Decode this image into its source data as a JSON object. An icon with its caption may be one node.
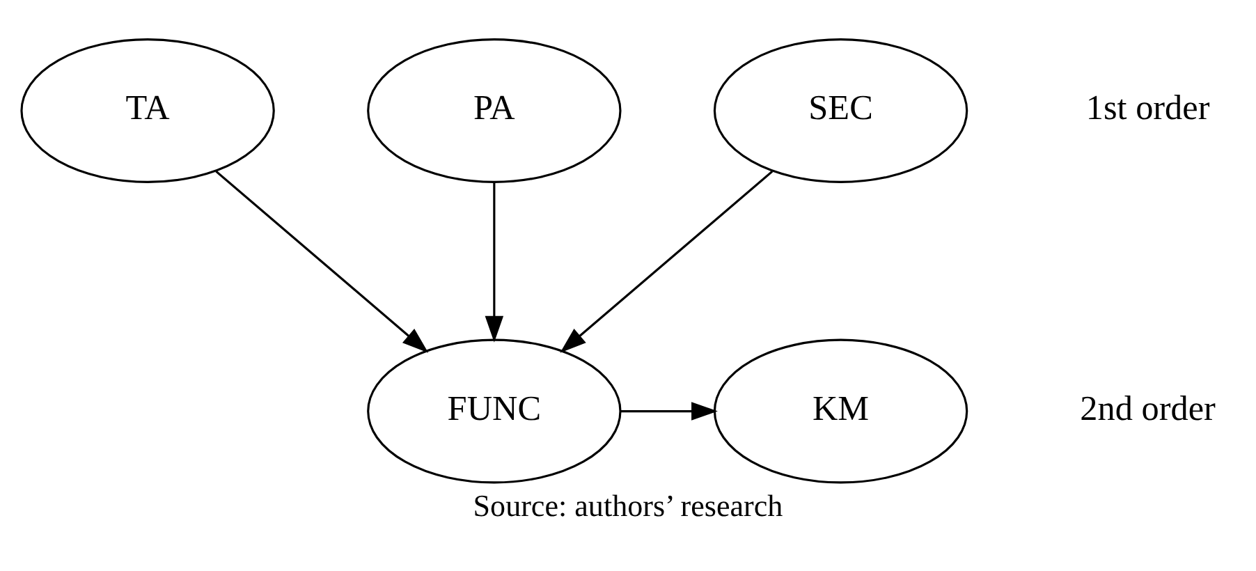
{
  "diagram": {
    "caption": "Source: authors’ research",
    "nodes": [
      {
        "text": [
          "TA"
        ]
      },
      {
        "text": [
          "PA"
        ]
      },
      {
        "text": [
          "SEC"
        ]
      },
      {
        "text": [
          "KM"
        ]
      },
      {
        "text": [
          "FUNC"
        ]
      }
    ],
    "edges": [
      {
        "from": 0,
        "to": 4,
        "arrow": "to"
      },
      {
        "from": 1,
        "to": 4,
        "arrow": "to"
      },
      {
        "from": 2,
        "to": 4,
        "arrow": "to"
      },
      {
        "from": 4,
        "to": 3,
        "arrow": "to"
      }
    ],
    "labels": [
      "1st order",
      "2nd order"
    ]
  }
}
